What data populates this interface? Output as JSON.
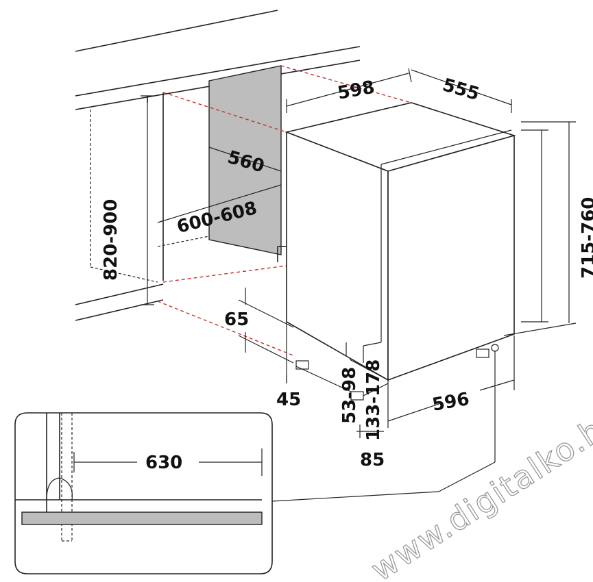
{
  "dimensions": {
    "depth_top": "598",
    "width_top": "555",
    "niche_depth": "560",
    "niche_width": "600-608",
    "niche_height": "820-900",
    "door_height": "715-760",
    "total_height": "820-900",
    "plinth_height": "65",
    "plinth_offset": "45",
    "foot_range": "53-98",
    "foot_adjust": "133-178",
    "bottom_width": "596",
    "bottom_offset": "85",
    "door_swing": "630"
  },
  "watermark": "www.digitalko.hu",
  "colors": {
    "line": "#222222",
    "hidden_edge": "#c8312a",
    "panel_fill": "#bdbdbd",
    "door_panel": "#bdbdbd"
  }
}
